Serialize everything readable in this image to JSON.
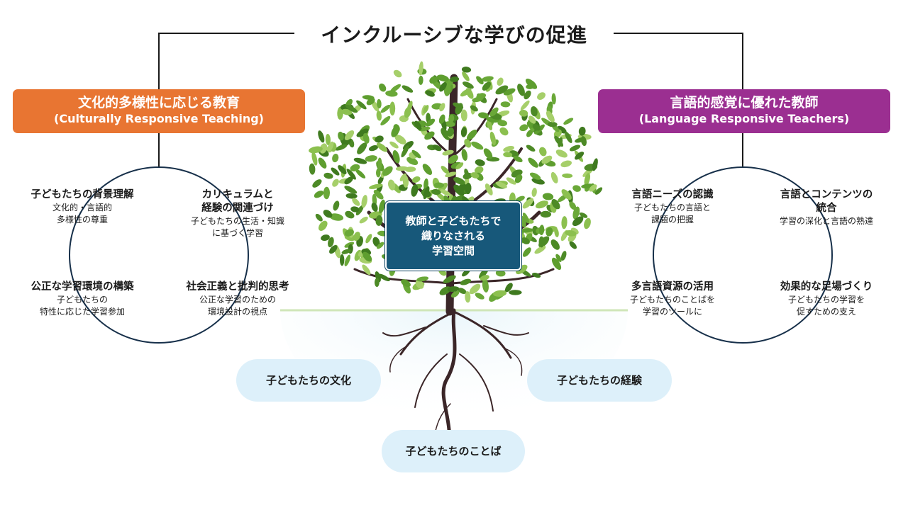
{
  "title": "インクルーシブな学びの促進",
  "colors": {
    "left_banner": "#e87532",
    "right_banner": "#9b2f91",
    "center_box": "#17587a",
    "root_pill": "#ddf0fa",
    "tree_trunk": "#3b2628",
    "leaf_green": "#5e9e2f"
  },
  "left": {
    "banner": {
      "title": "文化的多様性に応じる教育",
      "subtitle": "(Culturally Responsive Teaching)"
    },
    "items": [
      {
        "heading": "子どもたちの背景理解",
        "line1": "文化的・言語的",
        "line2": "多様性の尊重"
      },
      {
        "heading1": "カリキュラムと",
        "heading2": "経験の関連づけ",
        "line1": "子どもたちの生活・知識",
        "line2": "に基づく学習"
      },
      {
        "heading": "公正な学習環境の構築",
        "line1": "子どもたちの",
        "line2": "特性に応じた学習参加"
      },
      {
        "heading": "社会正義と批判的思考",
        "line1": "公正な学習のための",
        "line2": "環境設計の視点"
      }
    ]
  },
  "right": {
    "banner": {
      "title": "言語的感覚に優れた教師",
      "subtitle": "(Language Responsive Teachers)"
    },
    "items": [
      {
        "heading": "言語ニーズの認識",
        "line1": "子どもたちの言語と",
        "line2": "課題の把握"
      },
      {
        "heading1": "言語とコンテンツの",
        "heading2": "統合",
        "line1": "学習の深化と言語の熟達"
      },
      {
        "heading": "多言語資源の活用",
        "line1": "子どもたちのことばを",
        "line2": "学習のツールに"
      },
      {
        "heading": "効果的な足場づくり",
        "line1": "子どもたちの学習を",
        "line2": "促すための支え"
      }
    ]
  },
  "center": {
    "line1": "教師と子どもたちで",
    "line2": "織りなされる",
    "line3": "学習空間"
  },
  "roots": {
    "culture": "子どもたちの文化",
    "experience": "子どもたちの経験",
    "language": "子どもたちのことば"
  }
}
